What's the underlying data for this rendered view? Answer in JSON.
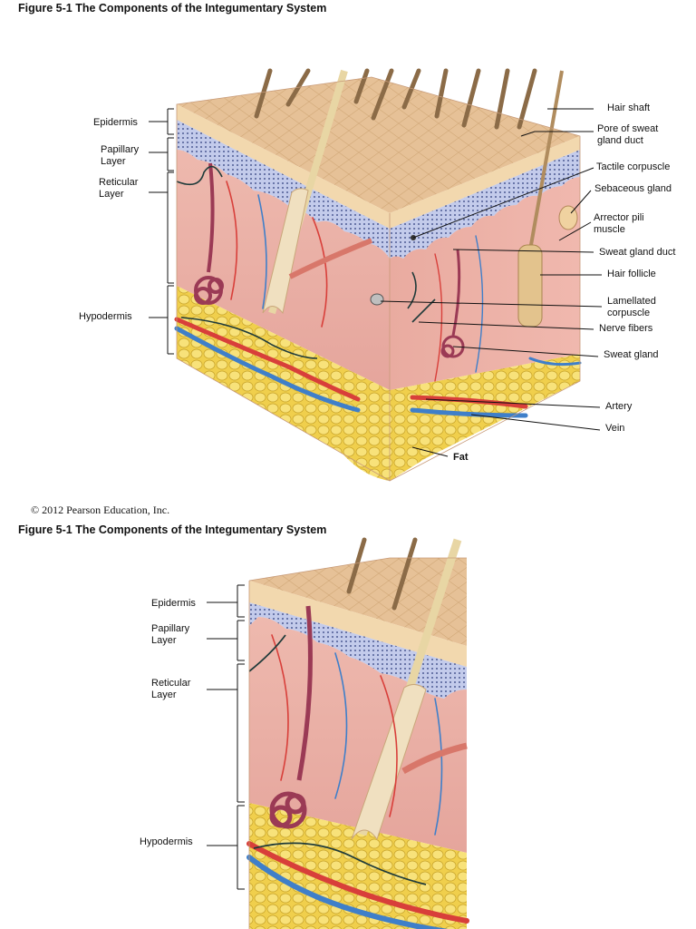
{
  "figure_title": "Figure 5-1  The Components of the Integumentary System",
  "copyright": "© 2012 Pearson Education, Inc.",
  "panel_top": {
    "left_labels": {
      "epidermis": "Epidermis",
      "papillary": "Papillary\nLayer",
      "reticular": "Reticular\nLayer",
      "hypodermis": "Hypodermis"
    },
    "right_labels": {
      "hair_shaft": "Hair shaft",
      "pore": "Pore of sweat\ngland duct",
      "tactile": "Tactile corpuscle",
      "sebaceous": "Sebaceous gland",
      "arrector": "Arrector pili\nmuscle",
      "sweat_duct": "Sweat gland duct",
      "hair_follicle": "Hair follicle",
      "lamellated": "Lamellated\ncorpuscle",
      "nerve": "Nerve fibers",
      "sweat_gland": "Sweat gland",
      "artery": "Artery",
      "vein": "Vein",
      "fat": "Fat"
    }
  },
  "panel_bottom": {
    "left_labels": {
      "epidermis": "Epidermis",
      "papillary": "Papillary\nLayer",
      "reticular": "Reticular\nLayer",
      "hypodermis": "Hypodermis"
    }
  },
  "colors": {
    "skin_surface": "#e8c49a",
    "epidermis_band": "#f3dcb2",
    "dermis": "#eab0a8",
    "papillary_blue": "#b9c3e6",
    "fat": "#f2d85a",
    "artery": "#d9403b",
    "vein": "#3f7fc9",
    "hair": "#9a7a55"
  }
}
